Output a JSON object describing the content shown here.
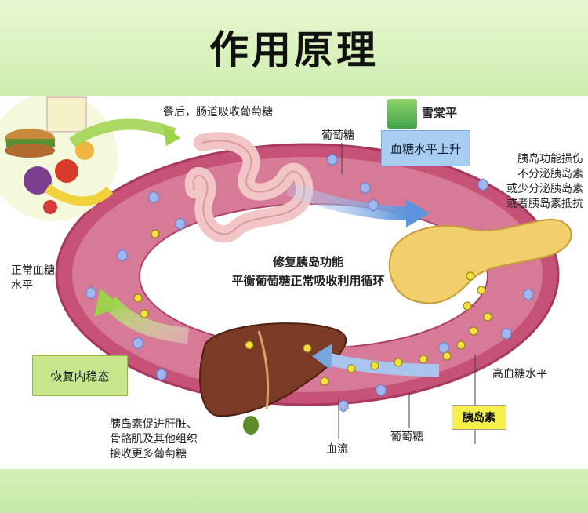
{
  "title": "作用原理",
  "brand": {
    "name": "雪棠平",
    "icon": "product-box-icon"
  },
  "labels": {
    "after_meal": "餐后，肠道吸收葡萄糖",
    "glucose_top": "葡萄糖",
    "blood_sugar_rise": "血糖水平上升",
    "pancreas_damage": [
      "胰岛功能损伤",
      "不分泌胰岛素",
      "或少分泌胰岛素",
      "或者胰岛素抵抗"
    ],
    "normal_level": [
      "正常血糖",
      "水平"
    ],
    "center": [
      "修复胰岛功能",
      "平衡葡萄糖正常吸收利用循环"
    ],
    "restore": "恢复内稳态",
    "high_level": "高血糖水平",
    "insulin": "胰岛素",
    "liver_text": [
      "胰岛素促进肝脏、",
      "骨骼肌及其他组织",
      "接收更多葡萄糖"
    ],
    "blood_flow": "血流",
    "glucose_bottom": "葡萄糖"
  },
  "colors": {
    "band": "#d4f0b9",
    "ring": "#c8567a",
    "glucose": "#9fb6ee",
    "insulin": "#f2e23a",
    "liver": "#7a3a26",
    "pancreas": "#f1cf6a",
    "box_blue": "#a9cdf0",
    "box_green": "#c8e68a"
  }
}
